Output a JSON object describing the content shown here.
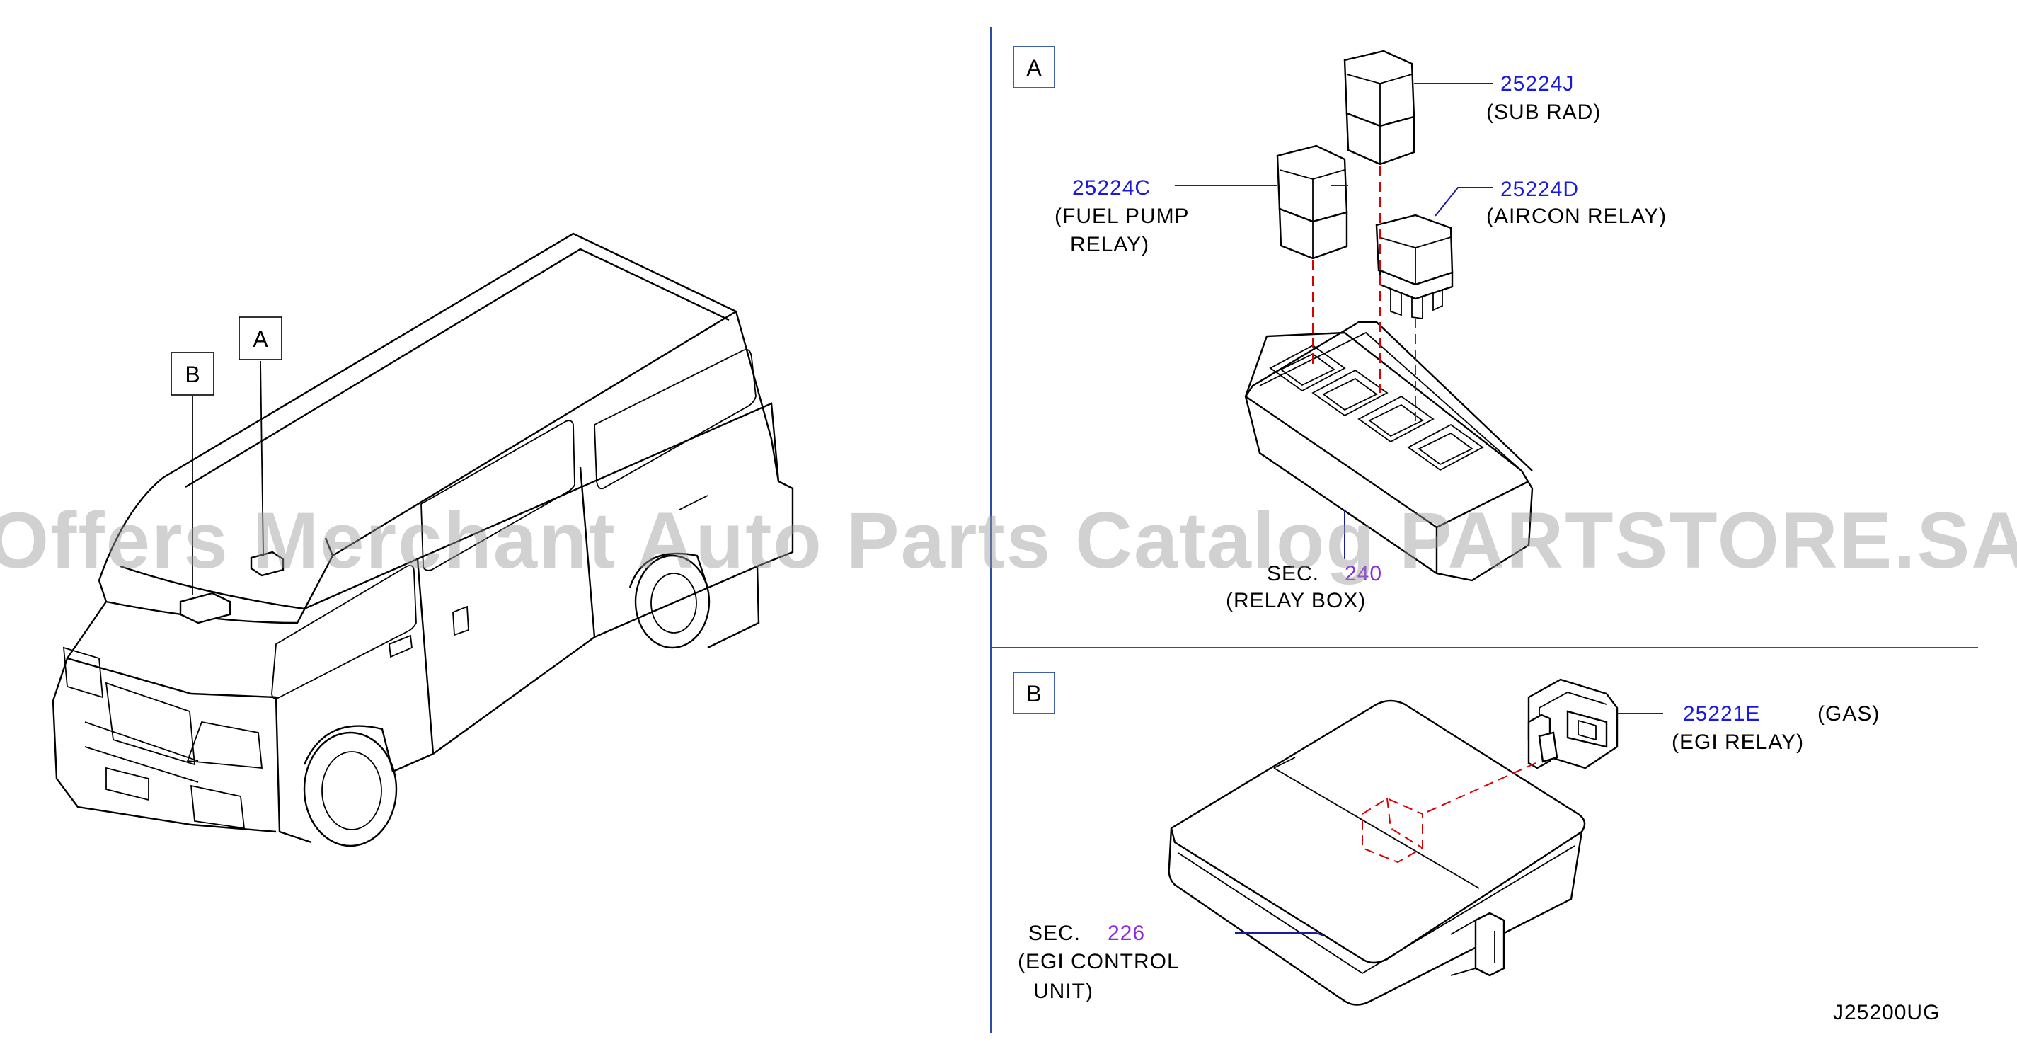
{
  "watermark": "Offers Merchant Auto Parts Catalog PARTSTORE.SA",
  "drawing_code": "J25200UG",
  "overview": {
    "callout_a": "A",
    "callout_b": "B"
  },
  "section_a": {
    "title": "A",
    "parts": [
      {
        "number": "25224J",
        "desc_lines": [
          "(SUB  RAD)"
        ]
      },
      {
        "number": "25224C",
        "desc_lines": [
          "(FUEL  PUMP",
          "RELAY)"
        ]
      },
      {
        "number": "25224D",
        "desc_lines": [
          "(AIRCON  RELAY)"
        ]
      }
    ],
    "ref": {
      "prefix": "SEC.",
      "number": "240",
      "desc": "(RELAY  BOX)"
    }
  },
  "section_b": {
    "title": "B",
    "parts": [
      {
        "number": "25221E",
        "suffix": "(GAS)",
        "desc_lines": [
          "(EGI  RELAY)"
        ]
      }
    ],
    "ref": {
      "prefix": "SEC.",
      "number": "226",
      "desc_lines": [
        "(EGI  CONTROL",
        "UNIT)"
      ]
    }
  },
  "colors": {
    "part_number": "#1a1adc",
    "section_number": "#8a2be2",
    "leader": "#1a1a9c",
    "dashed_guide": "#d80000",
    "divider": "#2a4fa0"
  }
}
